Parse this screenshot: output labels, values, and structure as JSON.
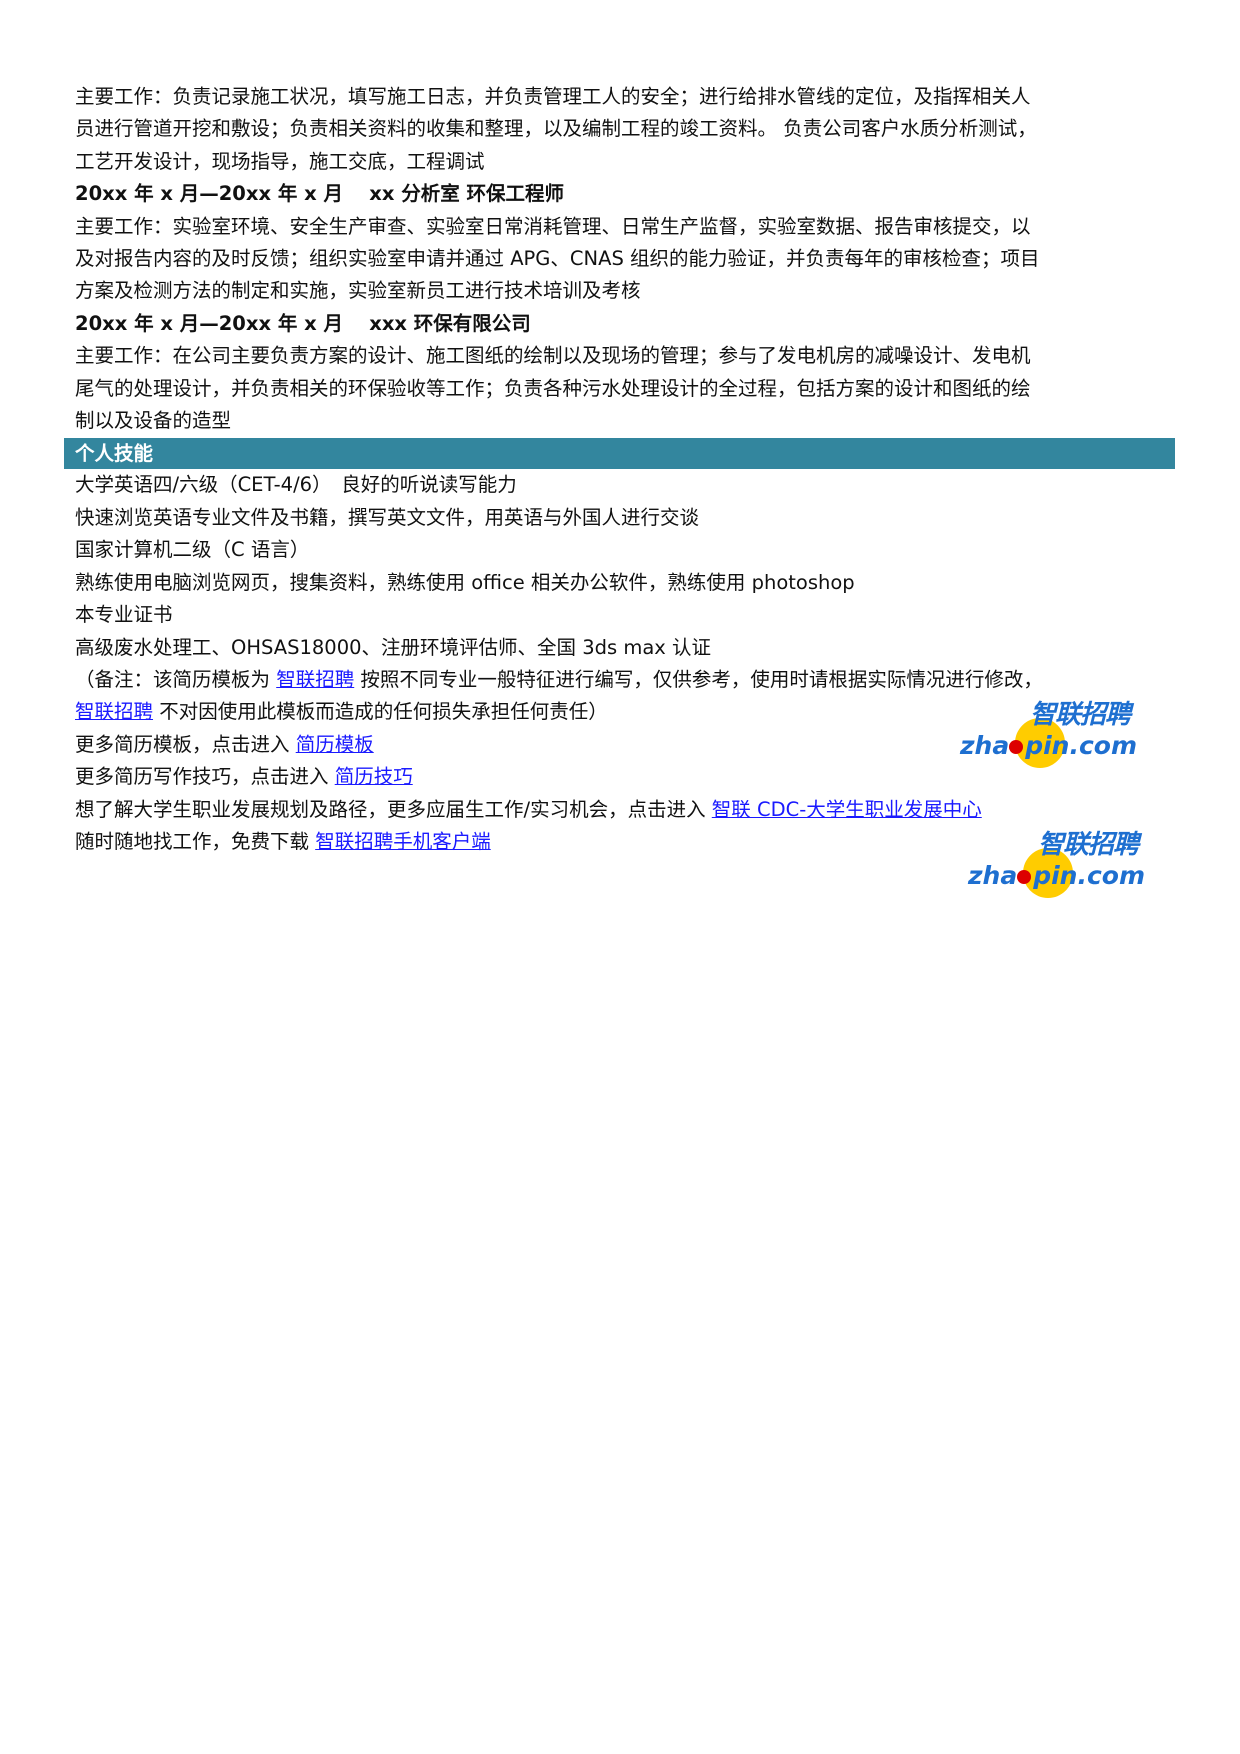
{
  "experience": [
    {
      "lines": [
        "主要工作：负责记录施工状况，填写施工日志，并负责管理工人的安全；进行给排水管线的定位，及指挥相关人",
        "员进行管道开挖和敷设；负责相关资料的收集和整理，以及编制工程的竣工资料。 负责公司客户水质分析测试，",
        "工艺开发设计，现场指导，施工交底，工程调试"
      ]
    },
    {
      "heading": "20xx 年 x 月—20xx 年 x 月　 xx 分析室  环保工程师",
      "lines": [
        "主要工作：实验室环境、安全生产审查、实验室日常消耗管理、日常生产监督，实验室数据、报告审核提交，以",
        "及对报告内容的及时反馈；组织实验室申请并通过 APG、CNAS 组织的能力验证，并负责每年的审核检查；项目",
        "方案及检测方法的制定和实施，实验室新员工进行技术培训及考核"
      ]
    },
    {
      "heading": "20xx 年 x 月—20xx 年 x 月　 xxx 环保有限公司",
      "lines": [
        "主要工作：在公司主要负责方案的设计、施工图纸的绘制以及现场的管理；参与了发电机房的减噪设计、发电机",
        "尾气的处理设计，并负责相关的环保验收等工作；负责各种污水处理设计的全过程，包括方案的设计和图纸的绘",
        "制以及设备的造型"
      ]
    }
  ],
  "skills": {
    "title": "个人技能",
    "lines": [
      "大学英语四/六级（CET-4/6）　良好的听说读写能力",
      "快速浏览英语专业文件及书籍，撰写英文文件，用英语与外国人进行交谈",
      "国家计算机二级（C 语言）",
      "熟练使用电脑浏览网页，搜集资料，熟练使用 office 相关办公软件，熟练使用 photoshop",
      "本专业证书",
      "高级废水处理工、OHSAS18000、注册环境评估师、全国 3ds max 认证"
    ]
  },
  "note": {
    "prefix": "（备注：该简历模板为 ",
    "link1": "智联招聘",
    "middle": " 按照不同专业一般特征进行编写，仅供参考，使用时请根据实际情况进行修改，",
    "link2": "智联招聘",
    "suffix": " 不对因使用此模板而造成的任何损失承担任何责任）"
  },
  "more": [
    {
      "text": "更多简历模板，点击进入 ",
      "link": "简历模板"
    },
    {
      "text": "更多简历写作技巧，点击进入 ",
      "link": "简历技巧"
    },
    {
      "text": "想了解大学生职业发展规划及路径，更多应届生工作/实习机会，点击进入 ",
      "link": "智联 CDC-大学生职业发展中心"
    },
    {
      "text": "随时随地找工作，免费下载 ",
      "link": "智联招聘手机客户端"
    }
  ],
  "logo": {
    "cn": "智联招聘",
    "en_left": "zha",
    "en_right": "pin.com"
  },
  "colors": {
    "section_bar": "#33869e",
    "link": "#1a1aff",
    "logo_blue": "#1e6fd0",
    "logo_yellow": "#ffcc00"
  }
}
